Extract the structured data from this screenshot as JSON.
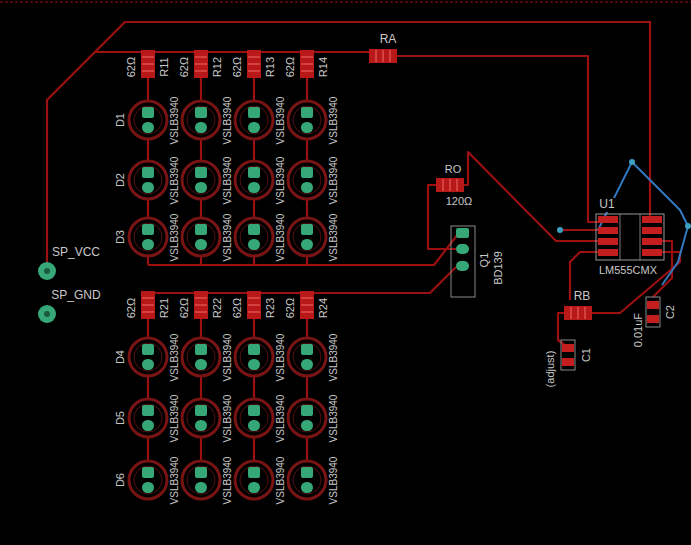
{
  "diagram": {
    "labels": [
      "62Ω",
      "R11",
      "62Ω",
      "R12",
      "62Ω",
      "R13",
      "62Ω",
      "R14",
      "RA",
      "VSLB3940",
      "VSLB3940",
      "VSLB3940",
      "VSLB3940",
      "VSLB3940",
      "VSLB3940",
      "VSLB3940",
      "VSLB3940",
      "VSLB3940",
      "VSLB3940",
      "VSLB3940",
      "VSLB3940",
      "D1",
      "D2",
      "D3",
      "SP_VCC",
      "SP_GND",
      "RO",
      "120Ω",
      "Q1",
      "BD139",
      "U1",
      "LM555CMX",
      "RB",
      "C1",
      "(adjust)",
      "C2",
      "0.01uF",
      "62Ω",
      "R21",
      "62Ω",
      "R22",
      "62Ω",
      "R23",
      "62Ω",
      "R24",
      "VSLB3940",
      "VSLB3940",
      "VSLB3940",
      "VSLB3940",
      "VSLB3940",
      "VSLB3940",
      "VSLB3940",
      "VSLB3940",
      "VSLB3940",
      "VSLB3940",
      "VSLB3940",
      "VSLB3940",
      "D4",
      "D5",
      "D6"
    ]
  }
}
